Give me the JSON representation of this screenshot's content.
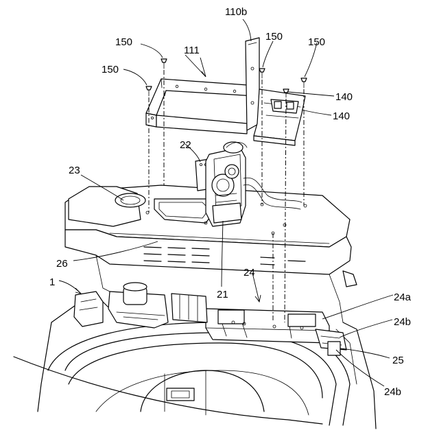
{
  "labels": {
    "l_110b": "110b",
    "l_111": "111",
    "l_150_a": "150",
    "l_150_b": "150",
    "l_150_c": "150",
    "l_150_d": "150",
    "l_140_a": "140",
    "l_140_b": "140",
    "l_22": "22",
    "l_23": "23",
    "l_26": "26",
    "l_21": "21",
    "l_24": "24",
    "l_24a": "24a",
    "l_24b_a": "24b",
    "l_24b_b": "24b",
    "l_25": "25",
    "l_1": "1"
  }
}
